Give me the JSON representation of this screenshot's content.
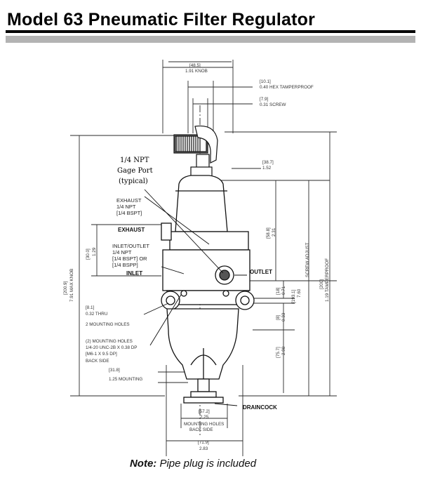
{
  "title": "Model 63 Pneumatic Filter Regulator",
  "diagram": {
    "gage_port": [
      "1/4 NPT",
      "Gage Port",
      "(typical)"
    ],
    "labels": {
      "exhaust_port": [
        "EXHAUST",
        "1/4 NPT",
        "[1/4 BSPT]"
      ],
      "exhaust": "EXHAUST",
      "inlet_outlet": [
        "INLET/OUTLET",
        "1/4 NPT",
        "[1/4 BSPT] OR",
        "[1/4 BSPP]"
      ],
      "inlet": "INLET",
      "outlet": "OUTLET",
      "thru_holes": [
        "[8.1]",
        "0.32 THRU",
        "2 MOUNTING HOLES"
      ],
      "mounting_holes": [
        "(2) MOUNTING HOLES",
        "1/4-20 UNC-2B X 0.38 DP",
        "[M6-1 X 9.5 DP]",
        "BACK SIDE"
      ],
      "mounting_width": [
        "[31.8]",
        "1.25 MOUNTING"
      ],
      "holes_back": [
        "[57.2]",
        "2.25",
        "MOUNTING HOLES",
        "BACK SIDE"
      ],
      "width_bottom": [
        "[71.9]",
        "2.83"
      ],
      "drain": "DRAINCOCK"
    },
    "dims": {
      "top_width": [
        "[48.5]",
        "1.91 KNOB"
      ],
      "hex": [
        "[10.1]",
        "0.40 HEX TAMPERPROOF"
      ],
      "screw": [
        "[7.9]",
        "0.31 SCREW"
      ],
      "side_offset": [
        "[38.7]",
        "1.52"
      ],
      "body_top": [
        "[58.8]",
        "2.31"
      ],
      "exhaust_height": [
        "[30.0]",
        "1.29"
      ],
      "overall": [
        "[200.9]",
        "7.91 MAX KNOB"
      ],
      "small_a": [
        "[18]",
        "0.71"
      ],
      "small_b": [
        "[8]",
        "0.33"
      ],
      "bowl": [
        "[75.7]",
        "2.98"
      ],
      "screw_adjust": [
        "[193.1]",
        "7.60",
        "SCREW ADJUST"
      ],
      "tamperproof": [
        "[200]",
        "1.19 TAMPERPROOF"
      ]
    }
  },
  "note": {
    "label": "Note:",
    "text": " Pipe plug is included"
  }
}
